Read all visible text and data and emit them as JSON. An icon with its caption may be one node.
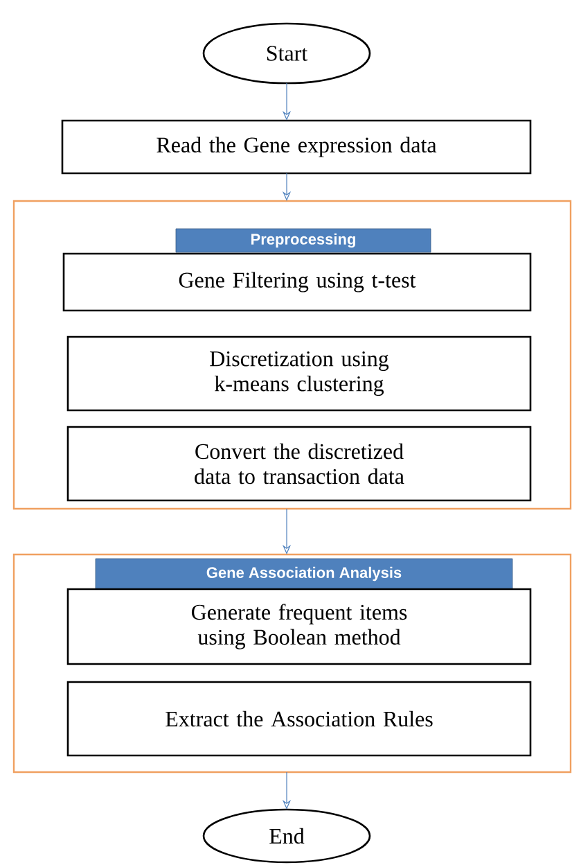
{
  "diagram": {
    "nodes": [
      {
        "text": [
          "Start"
        ]
      },
      {
        "text": [
          "Read the Gene expression data"
        ]
      },
      {
        "text": [
          "Preprocessing"
        ]
      },
      {
        "text": [
          "Gene Filtering using t-test"
        ],
        "in": 2
      },
      {
        "text": [
          "Discretization using k-means clustering"
        ],
        "in": 2
      },
      {
        "text": [
          "Convert the discretized data to transaction data"
        ],
        "in": 2
      },
      {
        "text": [
          "Gene Association Analysis"
        ]
      },
      {
        "text": [
          "Generate frequent items using Boolean method"
        ],
        "in": 6
      },
      {
        "text": [
          "Extract the Association Rules"
        ],
        "in": 6
      },
      {
        "text": [
          "End"
        ]
      }
    ],
    "edges": [
      {
        "from": 0,
        "to": 1,
        "arrow": "to"
      },
      {
        "from": 1,
        "to": 2,
        "arrow": "to"
      },
      {
        "from": 2,
        "to": 6,
        "arrow": "to"
      },
      {
        "from": 6,
        "to": 9,
        "arrow": "to"
      }
    ]
  }
}
